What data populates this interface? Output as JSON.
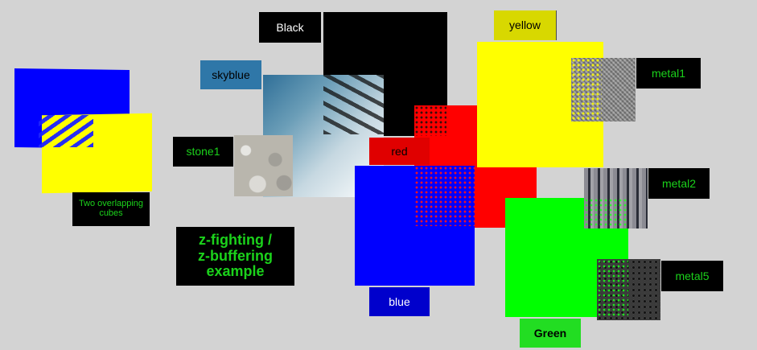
{
  "scene": {
    "background": "#d3d3d3"
  },
  "labels": [
    {
      "id": "black",
      "text": "Black",
      "background": "#000000",
      "color": "#ffffff"
    },
    {
      "id": "yellow",
      "text": "yellow",
      "background": "#d8d800",
      "color": "#000000"
    },
    {
      "id": "skyblue",
      "text": "skyblue",
      "background": "#2f77a8",
      "color": "#000000"
    },
    {
      "id": "metal1",
      "text": "metal1",
      "background": "#000000",
      "color": "#1bd21b"
    },
    {
      "id": "stone1",
      "text": "stone1",
      "background": "#000000",
      "color": "#1bd21b"
    },
    {
      "id": "red",
      "text": "red",
      "background": "#e00000",
      "color": "#000000"
    },
    {
      "id": "metal2",
      "text": "metal2",
      "background": "#000000",
      "color": "#1bd21b"
    },
    {
      "id": "two_cubes",
      "text": "Two overlapping\ncubes",
      "background": "#000000",
      "color": "#1bd21b"
    },
    {
      "id": "zfighting",
      "text": "z-fighting /\nz-buffering\nexample",
      "background": "#000000",
      "color": "#1bd21b"
    },
    {
      "id": "metal5",
      "text": "metal5",
      "background": "#000000",
      "color": "#1bd21b"
    },
    {
      "id": "blue",
      "text": "blue",
      "background": "#0000cc",
      "color": "#ffffff"
    },
    {
      "id": "green",
      "text": "Green",
      "background": "#22dd22",
      "color": "#000000"
    }
  ]
}
